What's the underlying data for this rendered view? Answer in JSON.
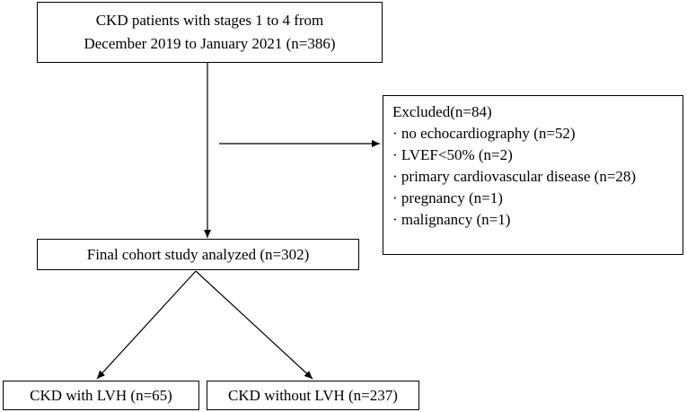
{
  "patients": {
    "line1": "CKD patients with stages 1 to 4 from",
    "line2": "December 2019 to January 2021 (n=386)"
  },
  "excluded": {
    "title": "Excluded(n=84)",
    "items": [
      "· no echocardiography (n=52)",
      "· LVEF<50% (n=2)",
      "· primary cardiovascular disease (n=28)",
      "· pregnancy (n=1)",
      "· malignancy (n=1)"
    ]
  },
  "final": {
    "label": "Final cohort study analyzed (n=302)"
  },
  "groups": {
    "with_lvh": "CKD with LVH (n=65)",
    "without_lvh": "CKD without LVH (n=237)"
  }
}
